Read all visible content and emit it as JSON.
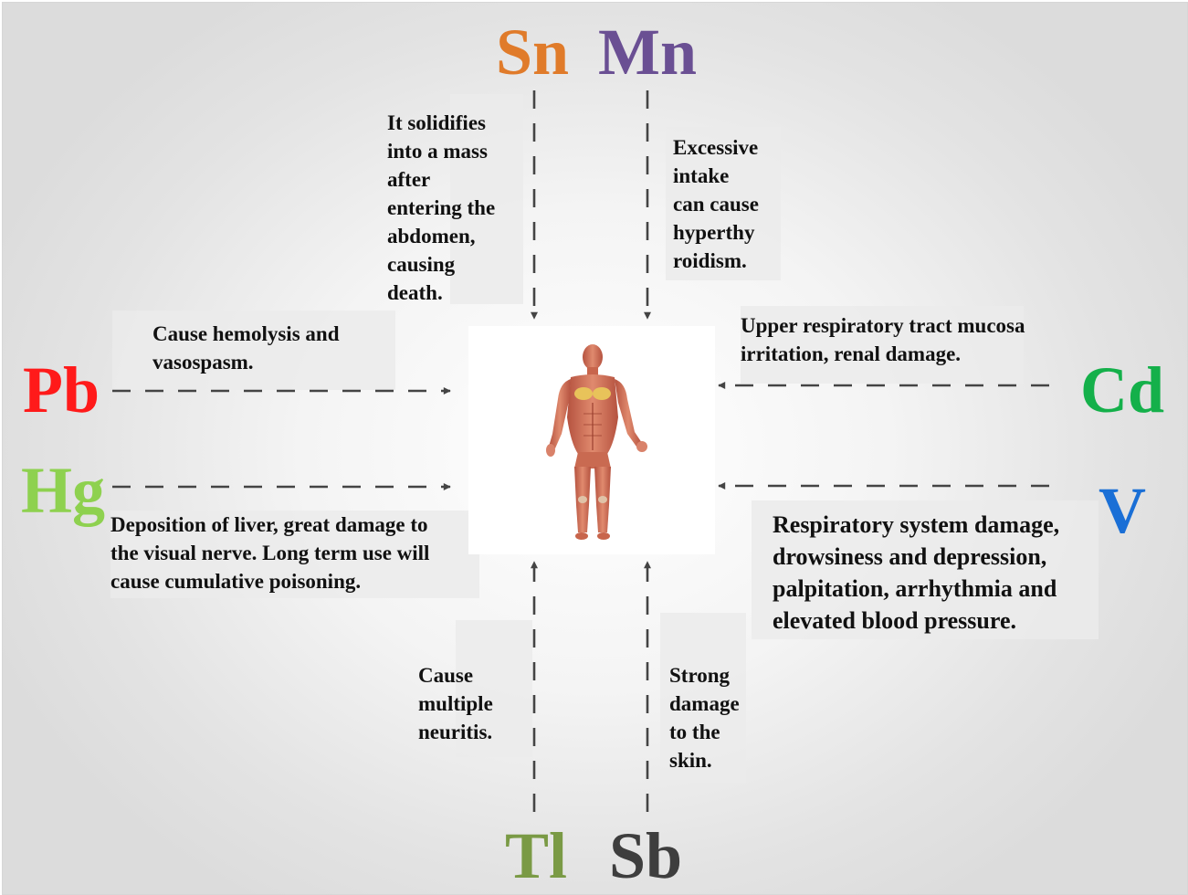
{
  "elements": {
    "sn": {
      "symbol": "Sn",
      "color": "#e07b2a",
      "effect": "It solidifies\ninto a mass\nafter\nentering the\nabdomen,\ncausing\ndeath."
    },
    "mn": {
      "symbol": "Mn",
      "color": "#6a4f93",
      "effect": "Excessive\nintake\ncan cause\nhyperthy\nroidism."
    },
    "pb": {
      "symbol": "Pb",
      "color": "#ff1a1a",
      "effect": "Cause hemolysis and\nvasospasm."
    },
    "cd": {
      "symbol": "Cd",
      "color": "#14b04a",
      "effect": "Upper respiratory tract mucosa\nirritation, renal damage."
    },
    "hg": {
      "symbol": "Hg",
      "color": "#8ed14f",
      "effect": "Deposition of liver, great damage to\nthe visual nerve. Long term use will\ncause cumulative poisoning."
    },
    "v": {
      "symbol": "V",
      "color": "#1a6fd6",
      "effect": "Respiratory system damage,\ndrowsiness and depression,\npalpitation, arrhythmia and\nelevated blood pressure."
    },
    "tl": {
      "symbol": "Tl",
      "color": "#7a9a45",
      "effect": "Cause\nmultiple\nneuritis."
    },
    "sb": {
      "symbol": "Sb",
      "color": "#3e3e3e",
      "effect": "Strong\ndamage\nto the\nskin."
    }
  },
  "human_body_icon": "human-anatomy-figure",
  "arrow_color": "#444444"
}
